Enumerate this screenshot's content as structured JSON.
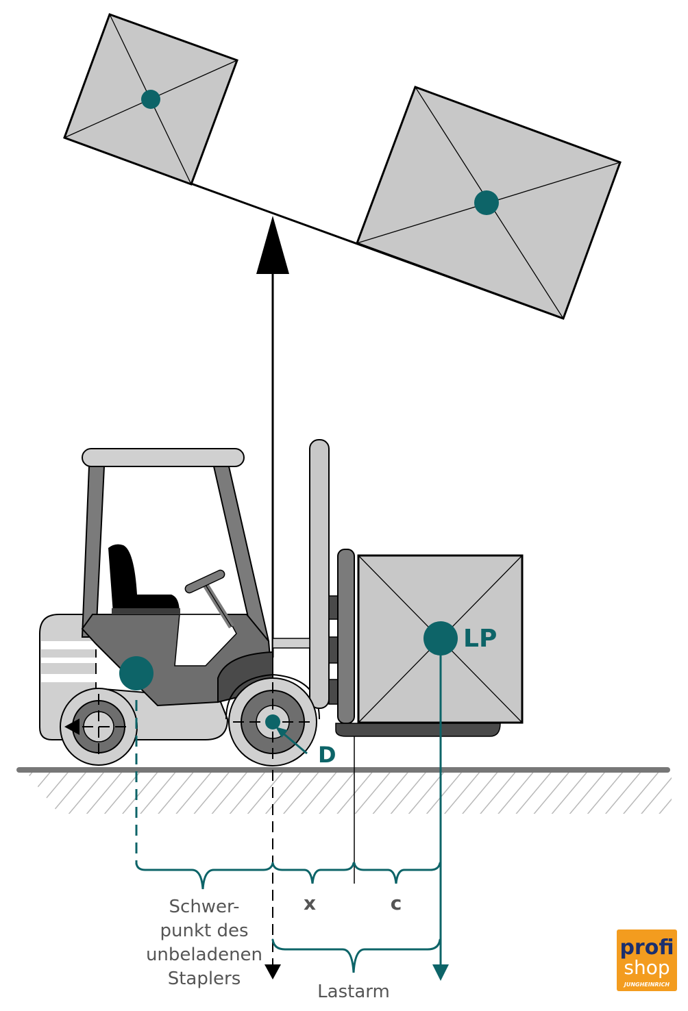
{
  "labels": {
    "load_point": "LP",
    "pivot": "D",
    "dim_x": "x",
    "dim_c": "c",
    "cog_line1": "Schwer-",
    "cog_line2": "punkt des",
    "cog_line3": "unbeladenen",
    "cog_line4": "Staplers",
    "load_arm": "Lastarm"
  },
  "logo": {
    "line1": "profi",
    "line2": "shop",
    "brand": "JUNGHEINRICH"
  },
  "colors": {
    "teal": "#0d6468",
    "box_fill": "#c8c8c8",
    "body_dark": "#555555",
    "body_light": "#d0d0d0",
    "logo_bg": "#f39c1f"
  }
}
